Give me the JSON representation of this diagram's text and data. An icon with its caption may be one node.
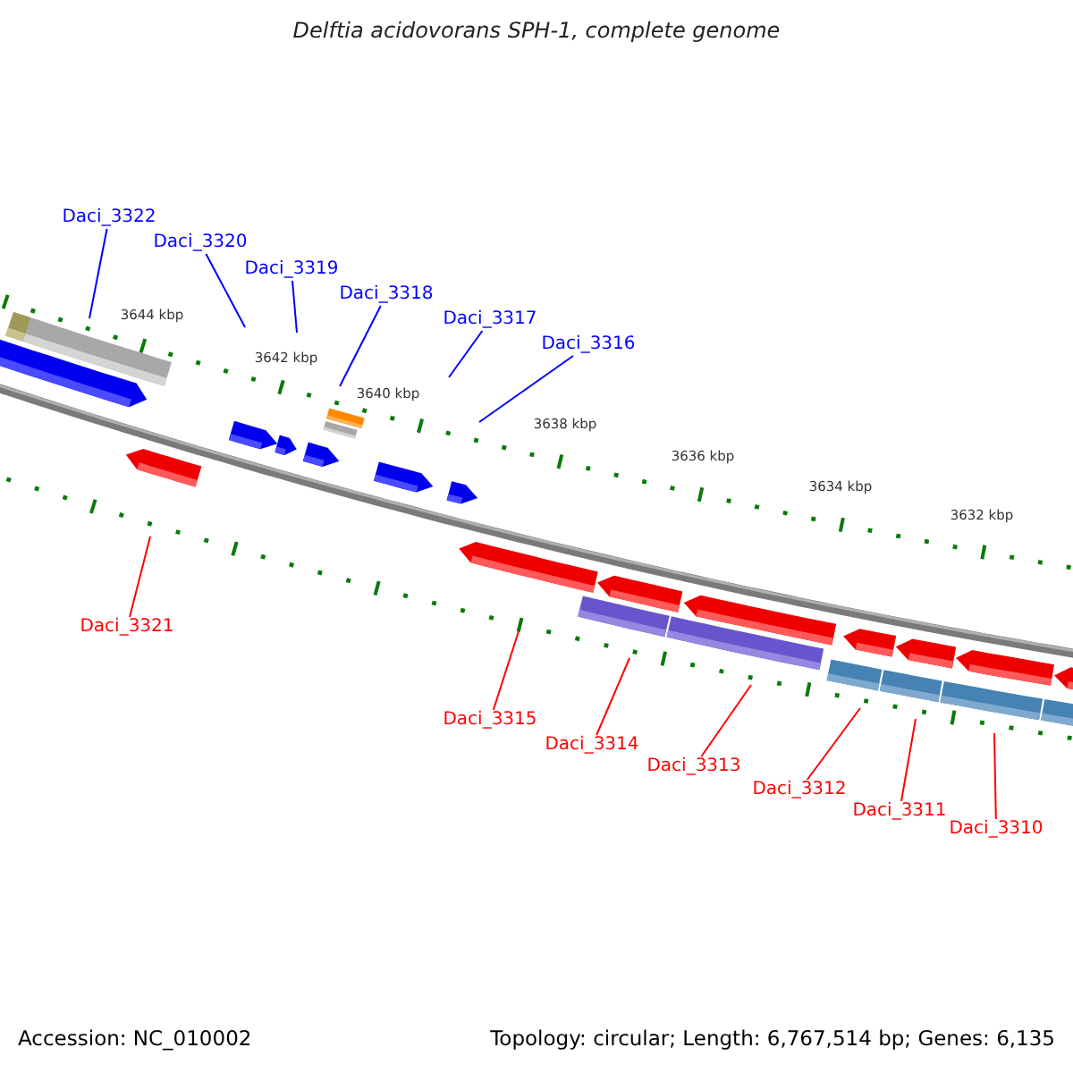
{
  "diagram": {
    "title": "Delftia acidovorans SPH-1, complete genome",
    "nodes": [
      {
        "text": [
          "Daci_3322"
        ]
      },
      {
        "text": [
          "Daci_3320"
        ]
      },
      {
        "text": [
          "Daci_3319"
        ]
      },
      {
        "text": [
          "Daci_3318"
        ]
      },
      {
        "text": [
          "Daci_3317"
        ]
      },
      {
        "text": [
          "Daci_3316"
        ]
      },
      {
        "text": [
          "Daci_3321"
        ]
      },
      {
        "text": [
          "Daci_3315"
        ]
      },
      {
        "text": [
          "Daci_3314"
        ]
      },
      {
        "text": [
          "Daci_3313"
        ]
      },
      {
        "text": [
          "Daci_3312"
        ]
      },
      {
        "text": [
          "Daci_3311"
        ]
      },
      {
        "text": [
          "Daci_3310"
        ]
      }
    ],
    "edges": [
      {
        "from": 0,
        "to": null,
        "arrow": "none",
        "color": "#0000ff"
      },
      {
        "from": 1,
        "to": null,
        "arrow": "none",
        "color": "#0000ff"
      },
      {
        "from": 2,
        "to": null,
        "arrow": "none",
        "color": "#0000ff"
      },
      {
        "from": 3,
        "to": null,
        "arrow": "none",
        "color": "#0000ff"
      },
      {
        "from": 4,
        "to": null,
        "arrow": "none",
        "color": "#0000ff"
      },
      {
        "from": 5,
        "to": null,
        "arrow": "none",
        "color": "#0000ff"
      },
      {
        "from": 6,
        "to": null,
        "arrow": "none"
      },
      {
        "from": 7,
        "to": null,
        "arrow": "none"
      },
      {
        "from": 8,
        "to": null,
        "arrow": "none"
      },
      {
        "from": 9,
        "to": null,
        "arrow": "none"
      },
      {
        "from": 10,
        "to": null,
        "arrow": "none"
      },
      {
        "from": 11,
        "to": null,
        "arrow": "none"
      },
      {
        "from": 12,
        "to": null,
        "arrow": "none"
      }
    ],
    "labels": [
      "3644 kbp",
      "3642 kbp",
      "3640 kbp",
      "3638 kbp",
      "3636 kbp",
      "3634 kbp",
      "3632 kbp",
      "Accession: NC_010002",
      "Topology: circular; Length: 6,767,514 bp; Genes: 6,135"
    ]
  }
}
